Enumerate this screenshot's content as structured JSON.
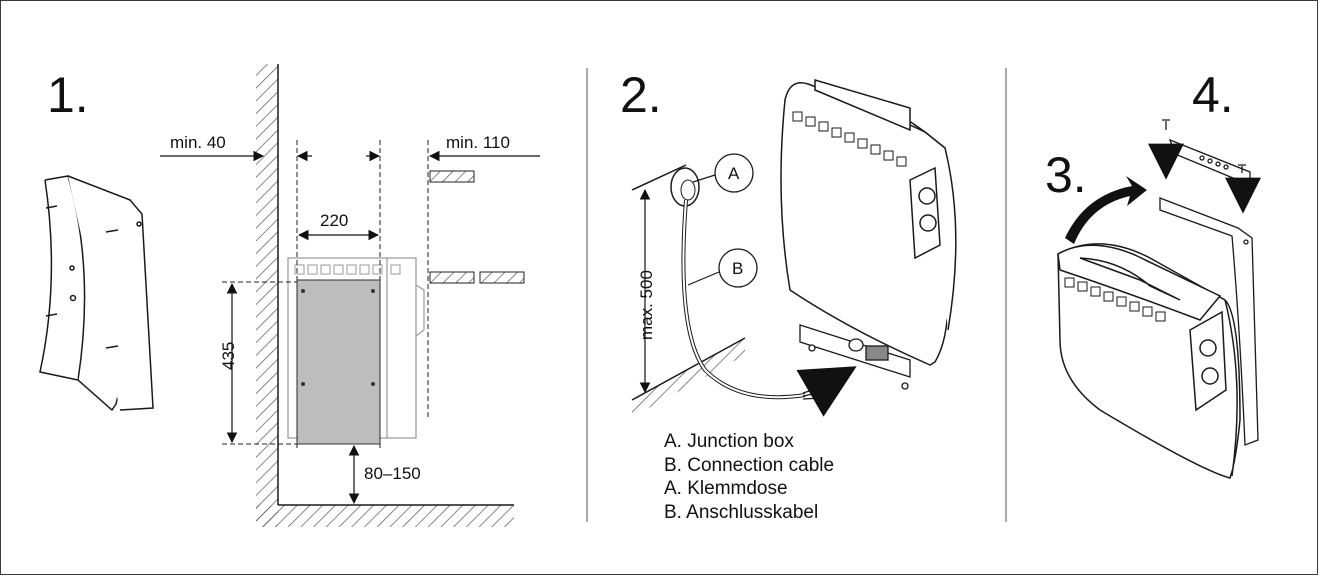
{
  "steps": {
    "s1": "1.",
    "s2": "2.",
    "s3": "3.",
    "s4": "4."
  },
  "dimensions": {
    "min_wall": "min. 40",
    "min_side": "min. 110",
    "width": "220",
    "height": "435",
    "floor_gap": "80–150",
    "max_height": "max. 500"
  },
  "callouts": {
    "a": "A",
    "b": "B"
  },
  "legend": [
    "A. Junction box",
    "B. Connection cable",
    "A. Klemmdose",
    "B. Anschlusskabel"
  ],
  "colors": {
    "line": "#1a1a1a",
    "panel_gray": "#bdbdbd",
    "hatch": "#555555"
  }
}
